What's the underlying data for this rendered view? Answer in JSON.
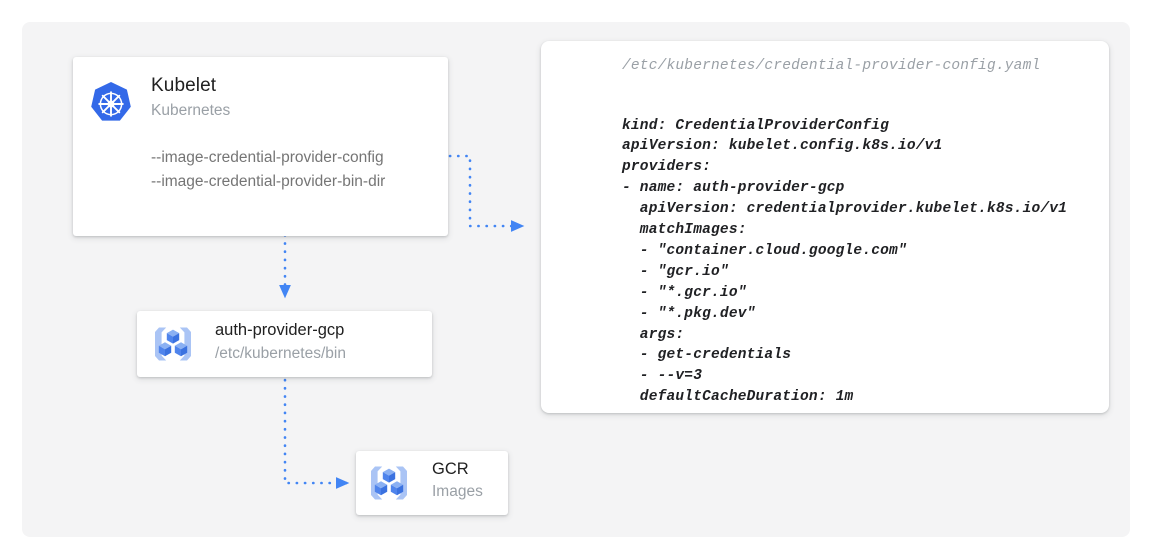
{
  "canvas": {
    "background_color": "#f4f4f5",
    "page_background_color": "#ffffff"
  },
  "theme": {
    "accent_blue": "#4285f4",
    "icon_blue_dark": "#3367d6",
    "icon_blue_light": "#a9c6f7",
    "title_color": "#212121",
    "subtitle_color": "#9aa0a6",
    "body_color": "#757575",
    "card_background": "#ffffff"
  },
  "kubelet_card": {
    "icon": "kubernetes-helm-icon",
    "title": "Kubelet",
    "subtitle": "Kubernetes",
    "flags": [
      "--image-credential-provider-config",
      "--image-credential-provider-bin-dir"
    ]
  },
  "auth_provider_card": {
    "icon": "container-registry-icon",
    "title": "auth-provider-gcp",
    "subtitle": "/etc/kubernetes/bin"
  },
  "gcr_card": {
    "icon": "container-registry-icon",
    "title": "GCR",
    "subtitle": "Images"
  },
  "code_panel": {
    "filepath": "/etc/kubernetes/credential-provider-config.yaml",
    "content": "kind: CredentialProviderConfig\napiVersion: kubelet.config.k8s.io/v1\nproviders:\n- name: auth-provider-gcp\n  apiVersion: credentialprovider.kubelet.k8s.io/v1\n  matchImages:\n  - \"container.cloud.google.com\"\n  - \"gcr.io\"\n  - \"*.gcr.io\"\n  - \"*.pkg.dev\"\n  args:\n  - get-credentials\n  - --v=3\n  defaultCacheDuration: 1m"
  },
  "connectors": [
    {
      "name": "kubelet-to-config-connector",
      "from": "kubelet_card",
      "to": "code_panel",
      "style": "dotted",
      "color": "#4285f4",
      "arrowhead": "end"
    },
    {
      "name": "kubelet-to-auth-provider-connector",
      "from": "kubelet_card",
      "to": "auth_provider_card",
      "style": "dotted",
      "color": "#4285f4",
      "arrowhead": "end"
    },
    {
      "name": "auth-provider-to-gcr-connector",
      "from": "auth_provider_card",
      "to": "gcr_card",
      "style": "dotted",
      "color": "#4285f4",
      "arrowhead": "end"
    }
  ]
}
